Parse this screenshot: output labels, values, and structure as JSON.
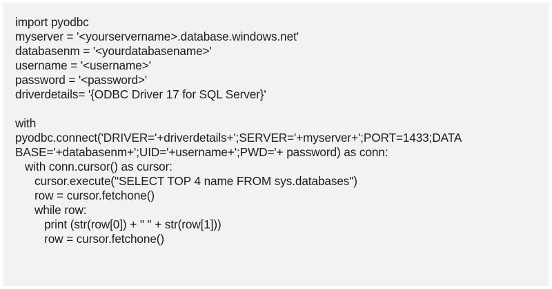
{
  "code": {
    "lines": [
      "import pyodbc",
      "myserver = '<yourservername>.database.windows.net'",
      "databasenm = '<yourdatabasename>'",
      "username = '<username>'",
      "password = '<password>'",
      "driverdetails= '{ODBC Driver 17 for SQL Server}'",
      "",
      "with",
      "pyodbc.connect('DRIVER='+driverdetails+';SERVER='+myserver+';PORT=1433;DATA",
      "BASE='+databasenm+';UID='+username+';PWD='+ password) as conn:",
      "   with conn.cursor() as cursor:",
      "      cursor.execute(\"SELECT TOP 4 name FROM sys.databases\")",
      "      row = cursor.fetchone()",
      "      while row:",
      "         print (str(row[0]) + \" \" + str(row[1]))",
      "         row = cursor.fetchone()"
    ]
  }
}
